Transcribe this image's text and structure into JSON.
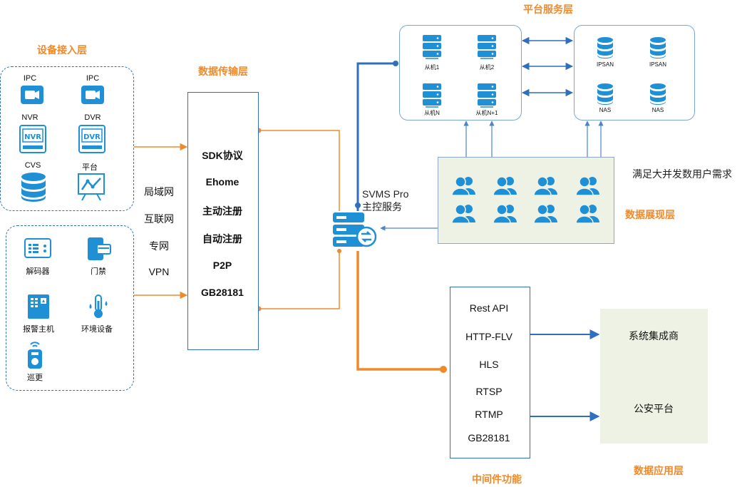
{
  "layers": {
    "access": "设备接入层",
    "transport": "数据传输层",
    "platform": "平台服务层",
    "presentation": "数据展现层",
    "middleware": "中间件功能",
    "application": "数据应用层"
  },
  "access_devices_top": [
    {
      "label": "IPC",
      "icon": "camera-icon"
    },
    {
      "label": "IPC",
      "icon": "camera-icon"
    },
    {
      "label": "NVR",
      "icon": "nvr-icon"
    },
    {
      "label": "DVR",
      "icon": "dvr-icon"
    },
    {
      "label": "CVS",
      "icon": "database-icon"
    },
    {
      "label": "平台",
      "icon": "chart-board-icon"
    }
  ],
  "access_devices_bottom": [
    {
      "label": "解码器",
      "icon": "decoder-icon"
    },
    {
      "label": "门禁",
      "icon": "card-reader-icon"
    },
    {
      "label": "报警主机",
      "icon": "alarm-host-icon"
    },
    {
      "label": "环境设备",
      "icon": "thermometer-icon"
    },
    {
      "label": "巡更",
      "icon": "patrol-device-icon"
    }
  ],
  "networks": [
    "局域网",
    "互联网",
    "专网",
    "VPN"
  ],
  "protocols": [
    "SDK协议",
    "Ehome",
    "主动注册",
    "自动注册",
    "P2P",
    "GB28181"
  ],
  "core": {
    "line1": "SVMS Pro",
    "line2": "主控服务",
    "icon": "server-switch-icon"
  },
  "servers": [
    "从机1",
    "从机2",
    "从机N",
    "从机N+1"
  ],
  "storage": [
    "IPSAN",
    "IPSAN",
    "NAS",
    "NAS"
  ],
  "presentation_note": "满足大并发数用户需求",
  "middleware_items": [
    "Rest API",
    "HTTP-FLV",
    "HLS",
    "RTSP",
    "RTMP",
    "GB28181"
  ],
  "consumers": [
    "系统集成商",
    "公安平台"
  ],
  "colors": {
    "orange": "#ef8a2c",
    "blue": "#2f6fbd",
    "icon_blue": "#1f8fd6",
    "panel_green": "#eef2e4"
  }
}
